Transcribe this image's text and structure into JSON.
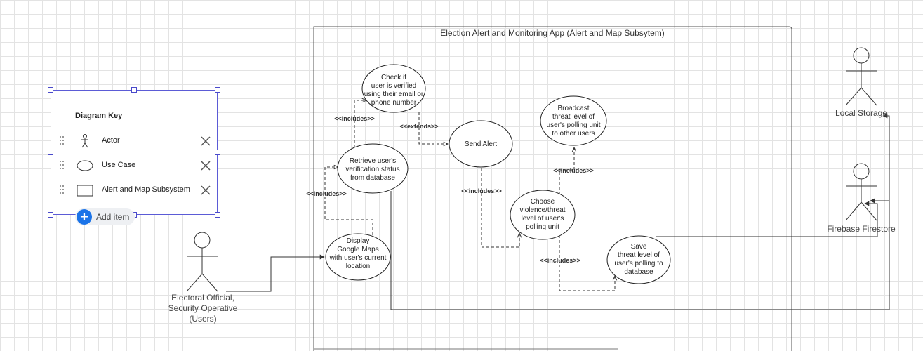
{
  "system": {
    "title": "Election Alert and Monitoring App (Alert and Map Subsytem)"
  },
  "actors": {
    "user": [
      "Electoral Official,",
      "Security Operative",
      "(Users)"
    ],
    "local_storage": "Local Storage",
    "firebase": "Firebase Firestore"
  },
  "use_cases": {
    "check_verified": [
      "Check if",
      "user is verified",
      "using their email or",
      "phone number"
    ],
    "retrieve_status": [
      "Retrieve user's",
      "verification status",
      "from database"
    ],
    "display_map": [
      "Display",
      "Google Maps",
      "with user's current",
      "location"
    ],
    "send_alert": [
      "Send Alert"
    ],
    "broadcast": [
      "Broadcast",
      "threat level of",
      "user's polling unit",
      "to other users"
    ],
    "choose_threat": [
      "Choose",
      "violence/threat",
      "level of user's",
      "polling unit"
    ],
    "save_threat": [
      "Save",
      "threat level of",
      "user's polling to",
      "database"
    ]
  },
  "relations": {
    "includes": "<<includes>>",
    "extends": "<<extends>>"
  },
  "key": {
    "title": "Diagram Key",
    "items": [
      {
        "label": "Actor",
        "icon": "actor-icon"
      },
      {
        "label": "Use Case",
        "icon": "use-case-icon"
      },
      {
        "label": "Alert and Map Subsystem",
        "icon": "subsystem-icon"
      }
    ],
    "add_label": "Add item"
  },
  "colors": {
    "accent": "#1a73e8",
    "selection": "#5b5bd6"
  }
}
